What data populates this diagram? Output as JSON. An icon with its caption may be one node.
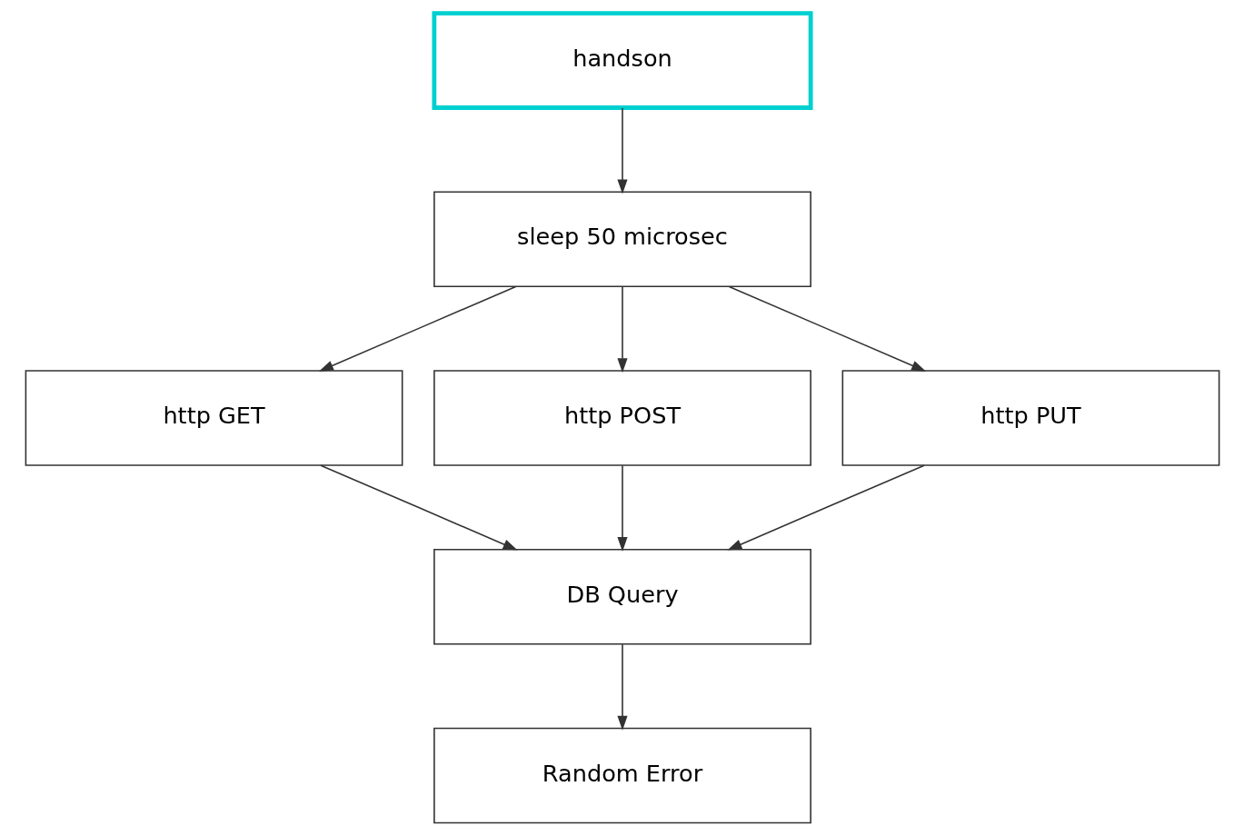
{
  "diagram": {
    "nodes": [
      {
        "text": [
          "handson"
        ]
      },
      {
        "text": [
          "sleep 50 microsec"
        ]
      },
      {
        "text": [
          "http GET"
        ]
      },
      {
        "text": [
          "http POST"
        ]
      },
      {
        "text": [
          "http PUT"
        ]
      },
      {
        "text": [
          "DB Query"
        ]
      },
      {
        "text": [
          "Random Error"
        ]
      }
    ],
    "edges": [
      {
        "from": 0,
        "to": 1,
        "arrow": "to"
      },
      {
        "from": 1,
        "to": 2,
        "arrow": "to"
      },
      {
        "from": 1,
        "to": 3,
        "arrow": "to"
      },
      {
        "from": 1,
        "to": 4,
        "arrow": "to"
      },
      {
        "from": 2,
        "to": 5,
        "arrow": "to"
      },
      {
        "from": 3,
        "to": 5,
        "arrow": "to"
      },
      {
        "from": 4,
        "to": 5,
        "arrow": "to"
      },
      {
        "from": 5,
        "to": 6,
        "arrow": "to"
      }
    ]
  }
}
